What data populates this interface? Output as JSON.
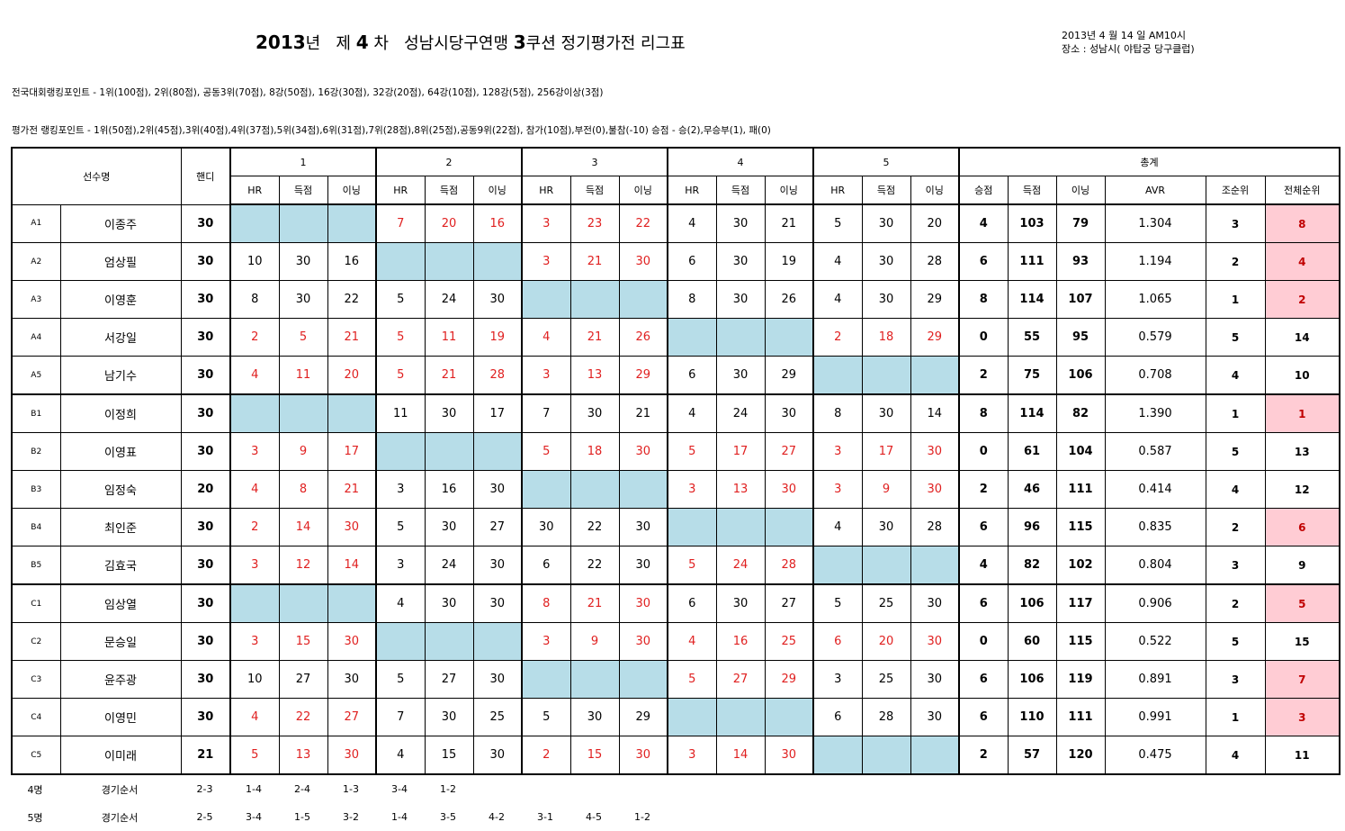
{
  "header": {
    "title_year": "2013",
    "title_year_suffix": "년",
    "title_round_prefix": "제",
    "title_round": "4",
    "title_round_suffix": "차",
    "title_text_a": "성남시당구연맹",
    "title_cushion": "3",
    "title_text_b": "쿠션 정기평가전 리그표",
    "date": "2013년 4 월 14 일  AM10시",
    "venue": "장소 : 성남시( 야탑궁 당구클럽)"
  },
  "notes": {
    "national_points": "전국대회랭킹포인트 - 1위(100점), 2위(80점), 공동3위(70점), 8강(50점), 16강(30점), 32강(20점), 64강(10점), 128강(5점), 256강이상(3점)",
    "eval_points": "평가전 랭킹포인트 - 1위(50점),2위(45점),3위(40점),4위(37점),5위(34점),6위(31점),7위(28점),8위(25점),공동9위(22점), 참가(10점),부전(0),불참(-10)  승점 - 승(2),무승부(1), 패(0)"
  },
  "table_header": {
    "player": "선수명",
    "handicap": "핸디",
    "games": [
      "1",
      "2",
      "3",
      "4",
      "5"
    ],
    "total": "총계",
    "sub": [
      "HR",
      "득점",
      "이닝"
    ],
    "total_sub": [
      "승점",
      "득점",
      "이닝",
      "AVR",
      "조순위",
      "전체순위"
    ]
  },
  "colors": {
    "blank": "#b7dde8",
    "loss_text": "#e02020",
    "top_rank_bg": "#ffccd4"
  },
  "players": [
    {
      "code": "A1",
      "name": "이종주",
      "hdp": "30",
      "games": [
        null,
        [
          "7",
          "20",
          "16",
          1
        ],
        [
          "3",
          "23",
          "22",
          1
        ],
        [
          "4",
          "30",
          "21",
          0
        ],
        [
          "5",
          "30",
          "20",
          0
        ]
      ],
      "pts": "4",
      "score": "103",
      "inn": "79",
      "avr": "1.304",
      "grp": "3",
      "rank": "8",
      "hl": 1
    },
    {
      "code": "A2",
      "name": "엄상필",
      "hdp": "30",
      "games": [
        [
          "10",
          "30",
          "16",
          0
        ],
        null,
        [
          "3",
          "21",
          "30",
          1
        ],
        [
          "6",
          "30",
          "19",
          0
        ],
        [
          "4",
          "30",
          "28",
          0
        ]
      ],
      "pts": "6",
      "score": "111",
      "inn": "93",
      "avr": "1.194",
      "grp": "2",
      "rank": "4",
      "hl": 1
    },
    {
      "code": "A3",
      "name": "이영훈",
      "hdp": "30",
      "games": [
        [
          "8",
          "30",
          "22",
          0
        ],
        [
          "5",
          "24",
          "30",
          0
        ],
        null,
        [
          "8",
          "30",
          "26",
          0
        ],
        [
          "4",
          "30",
          "29",
          0
        ]
      ],
      "pts": "8",
      "score": "114",
      "inn": "107",
      "avr": "1.065",
      "grp": "1",
      "rank": "2",
      "hl": 1
    },
    {
      "code": "A4",
      "name": "서강일",
      "hdp": "30",
      "games": [
        [
          "2",
          "5",
          "21",
          1
        ],
        [
          "5",
          "11",
          "19",
          1
        ],
        [
          "4",
          "21",
          "26",
          1
        ],
        null,
        [
          "2",
          "18",
          "29",
          1
        ]
      ],
      "pts": "0",
      "score": "55",
      "inn": "95",
      "avr": "0.579",
      "grp": "5",
      "rank": "14",
      "hl": 0
    },
    {
      "code": "A5",
      "name": "남기수",
      "hdp": "30",
      "games": [
        [
          "4",
          "11",
          "20",
          1
        ],
        [
          "5",
          "21",
          "28",
          1
        ],
        [
          "3",
          "13",
          "29",
          1
        ],
        [
          "6",
          "30",
          "29",
          0
        ],
        null
      ],
      "pts": "2",
      "score": "75",
      "inn": "106",
      "avr": "0.708",
      "grp": "4",
      "rank": "10",
      "hl": 0
    },
    {
      "code": "B1",
      "name": "이정희",
      "hdp": "30",
      "games": [
        null,
        [
          "11",
          "30",
          "17",
          0
        ],
        [
          "7",
          "30",
          "21",
          0
        ],
        [
          "4",
          "24",
          "30",
          0
        ],
        [
          "8",
          "30",
          "14",
          0
        ]
      ],
      "pts": "8",
      "score": "114",
      "inn": "82",
      "avr": "1.390",
      "grp": "1",
      "rank": "1",
      "hl": 1
    },
    {
      "code": "B2",
      "name": "이영표",
      "hdp": "30",
      "games": [
        [
          "3",
          "9",
          "17",
          1
        ],
        null,
        [
          "5",
          "18",
          "30",
          1
        ],
        [
          "5",
          "17",
          "27",
          1
        ],
        [
          "3",
          "17",
          "30",
          1
        ]
      ],
      "pts": "0",
      "score": "61",
      "inn": "104",
      "avr": "0.587",
      "grp": "5",
      "rank": "13",
      "hl": 0
    },
    {
      "code": "B3",
      "name": "임정숙",
      "hdp": "20",
      "games": [
        [
          "4",
          "8",
          "21",
          1
        ],
        [
          "3",
          "16",
          "30",
          0
        ],
        null,
        [
          "3",
          "13",
          "30",
          1
        ],
        [
          "3",
          "9",
          "30",
          1
        ]
      ],
      "pts": "2",
      "score": "46",
      "inn": "111",
      "avr": "0.414",
      "grp": "4",
      "rank": "12",
      "hl": 0
    },
    {
      "code": "B4",
      "name": "최인준",
      "hdp": "30",
      "games": [
        [
          "2",
          "14",
          "30",
          1
        ],
        [
          "5",
          "30",
          "27",
          0
        ],
        [
          "30",
          "22",
          "30",
          0
        ],
        null,
        [
          "4",
          "30",
          "28",
          0
        ]
      ],
      "pts": "6",
      "score": "96",
      "inn": "115",
      "avr": "0.835",
      "grp": "2",
      "rank": "6",
      "hl": 1
    },
    {
      "code": "B5",
      "name": "김효국",
      "hdp": "30",
      "games": [
        [
          "3",
          "12",
          "14",
          1
        ],
        [
          "3",
          "24",
          "30",
          0
        ],
        [
          "6",
          "22",
          "30",
          0
        ],
        [
          "5",
          "24",
          "28",
          1
        ],
        null
      ],
      "pts": "4",
      "score": "82",
      "inn": "102",
      "avr": "0.804",
      "grp": "3",
      "rank": "9",
      "hl": 0
    },
    {
      "code": "C1",
      "name": "임상열",
      "hdp": "30",
      "games": [
        null,
        [
          "4",
          "30",
          "30",
          0
        ],
        [
          "8",
          "21",
          "30",
          1
        ],
        [
          "6",
          "30",
          "27",
          0
        ],
        [
          "5",
          "25",
          "30",
          0
        ]
      ],
      "pts": "6",
      "score": "106",
      "inn": "117",
      "avr": "0.906",
      "grp": "2",
      "rank": "5",
      "hl": 1
    },
    {
      "code": "C2",
      "name": "문승일",
      "hdp": "30",
      "games": [
        [
          "3",
          "15",
          "30",
          1
        ],
        null,
        [
          "3",
          "9",
          "30",
          1
        ],
        [
          "4",
          "16",
          "25",
          1
        ],
        [
          "6",
          "20",
          "30",
          1
        ]
      ],
      "pts": "0",
      "score": "60",
      "inn": "115",
      "avr": "0.522",
      "grp": "5",
      "rank": "15",
      "hl": 0
    },
    {
      "code": "C3",
      "name": "윤주광",
      "hdp": "30",
      "games": [
        [
          "10",
          "27",
          "30",
          0
        ],
        [
          "5",
          "27",
          "30",
          0
        ],
        null,
        [
          "5",
          "27",
          "29",
          1
        ],
        [
          "3",
          "25",
          "30",
          0
        ]
      ],
      "pts": "6",
      "score": "106",
      "inn": "119",
      "avr": "0.891",
      "grp": "3",
      "rank": "7",
      "hl": 1
    },
    {
      "code": "C4",
      "name": "이영민",
      "hdp": "30",
      "games": [
        [
          "4",
          "22",
          "27",
          1
        ],
        [
          "7",
          "30",
          "25",
          0
        ],
        [
          "5",
          "30",
          "29",
          0
        ],
        null,
        [
          "6",
          "28",
          "30",
          0
        ]
      ],
      "pts": "6",
      "score": "110",
      "inn": "111",
      "avr": "0.991",
      "grp": "1",
      "rank": "3",
      "hl": 1
    },
    {
      "code": "C5",
      "name": "이미래",
      "hdp": "21",
      "games": [
        [
          "5",
          "13",
          "30",
          1
        ],
        [
          "4",
          "15",
          "30",
          0
        ],
        [
          "2",
          "15",
          "30",
          1
        ],
        [
          "3",
          "14",
          "30",
          1
        ],
        null
      ],
      "pts": "2",
      "score": "57",
      "inn": "120",
      "avr": "0.475",
      "grp": "4",
      "rank": "11",
      "hl": 0
    }
  ],
  "order": [
    {
      "count": "4명",
      "label": "경기순서",
      "items": [
        "2-3",
        "1-4",
        "2-4",
        "1-3",
        "3-4",
        "1-2"
      ]
    },
    {
      "count": "5명",
      "label": "경기순서",
      "items": [
        "2-5",
        "3-4",
        "1-5",
        "3-2",
        "1-4",
        "3-5",
        "4-2",
        "3-1",
        "4-5",
        "1-2"
      ]
    }
  ]
}
